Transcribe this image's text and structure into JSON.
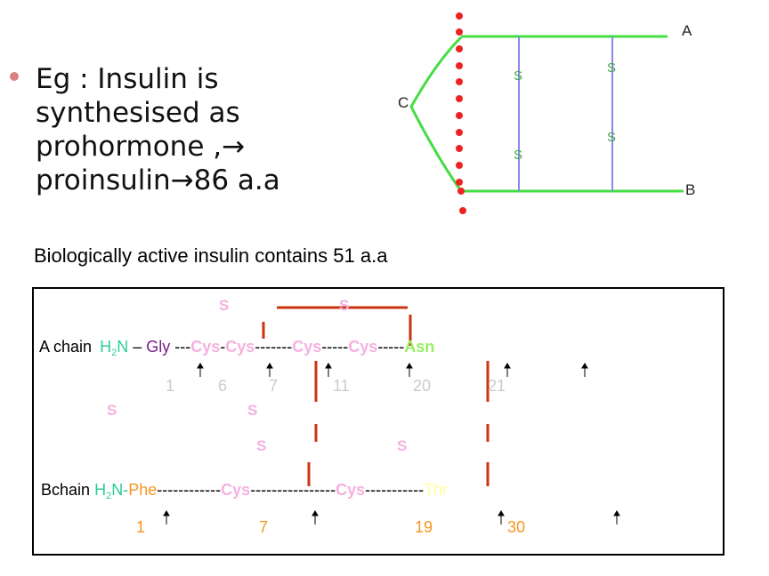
{
  "bullet": {
    "lines": [
      "Eg  :      Insulin is",
      "synthesised as",
      "prohormone ,→",
      "proinsulin→86 a.a"
    ]
  },
  "subtitle": "Biologically active insulin contains 51 a.a",
  "top_diagram": {
    "label_a": "A",
    "label_b": "B",
    "label_c": "C",
    "s_labels": [
      "S",
      "S",
      "S",
      "S"
    ]
  },
  "insulin": {
    "a_chain": {
      "label": "A chain",
      "h2n_h": "H",
      "h2n_sub": "2",
      "h2n_n": "N",
      "dash": "–",
      "gly": "Gly",
      "seg1": "---",
      "cys1": "Cys",
      "hyph": "-",
      "cys2": "Cys",
      "seg2": "-------",
      "cys3": "Cys",
      "seg3": "-----",
      "cys4": "Cys",
      "seg4": "-----",
      "asn": "Asn",
      "positions": [
        "1",
        "6",
        "7",
        "11",
        "20",
        "21"
      ]
    },
    "b_chain": {
      "label": "Bchain",
      "h2n_h": "H",
      "h2n_sub": "2",
      "h2n_n": "N-",
      "phe": "Phe",
      "seg1": "------------",
      "cys1": "Cys",
      "seg2": "----------------",
      "cys2": "Cys",
      "seg3": "-----------",
      "thr": "Thr",
      "positions": [
        "1",
        "7",
        "19",
        "30"
      ]
    },
    "s_labels": [
      "S",
      "S",
      "S",
      "S",
      "S",
      "S"
    ],
    "colors": {
      "h2n": "#2ecc9a",
      "gly": "#7a1f8a",
      "cys": "#f5b0e0",
      "asn": "#99ee66",
      "phe": "#f7941d",
      "thr": "#ffff99",
      "bond": "#cc3311",
      "pos_a": "#cccccc",
      "pos_b": "#f7941d"
    }
  }
}
